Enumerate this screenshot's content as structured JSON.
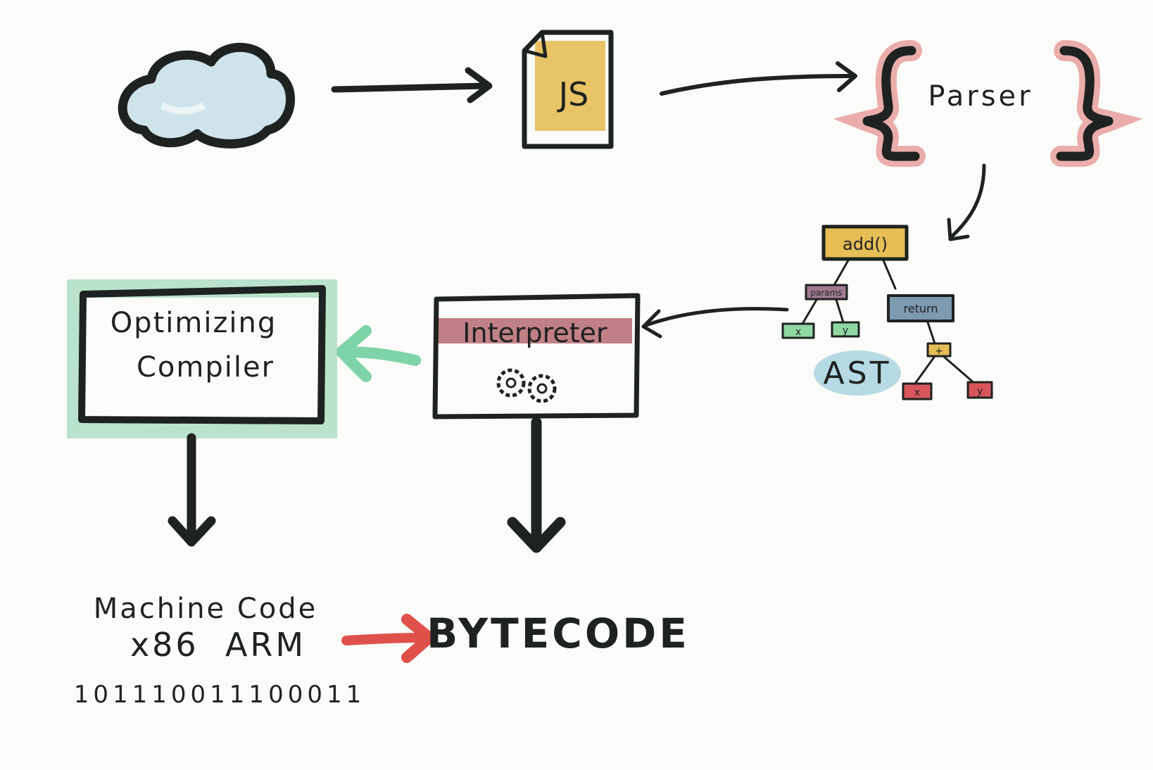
{
  "diagram": {
    "colors": {
      "ink": "#1e2220",
      "cloud_fill": "#cfe4ea",
      "js_fill": "#e6be55",
      "parser_brace": "#e28b8b",
      "interpreter_band": "#b56a72",
      "compiler_glow": "#a9dcc2",
      "green_arrow": "#7fd3a8",
      "red_arrow": "#e0504a",
      "ast_badge": "#a9d3e0"
    },
    "nodes": {
      "source": {
        "icon": "cloud-icon"
      },
      "js_file": {
        "icon": "document-icon",
        "label": "JS"
      },
      "parser": {
        "label": "Parser"
      },
      "ast": {
        "label": "AST",
        "root": "add()",
        "params": "params",
        "return": "return",
        "param_x": "x",
        "param_y": "y",
        "op": "+",
        "op_x": "x",
        "op_y": "y"
      },
      "interpreter": {
        "label": "Interpreter",
        "icon": "gears-icon"
      },
      "optimizing_compiler": {
        "label_line1": "Optimizing",
        "label_line2": "Compiler"
      },
      "machine_code": {
        "title": "Machine Code",
        "arch": "x86  ARM",
        "binary": "101110011100011"
      },
      "bytecode": {
        "label": "BYTECODE"
      }
    },
    "edges": [
      {
        "from": "source",
        "to": "js_file"
      },
      {
        "from": "js_file",
        "to": "parser"
      },
      {
        "from": "parser",
        "to": "ast"
      },
      {
        "from": "ast",
        "to": "interpreter"
      },
      {
        "from": "interpreter",
        "to": "optimizing_compiler",
        "color": "green"
      },
      {
        "from": "interpreter",
        "to": "bytecode"
      },
      {
        "from": "optimizing_compiler",
        "to": "machine_code"
      },
      {
        "from": "machine_code",
        "to": "bytecode",
        "color": "red"
      }
    ]
  }
}
